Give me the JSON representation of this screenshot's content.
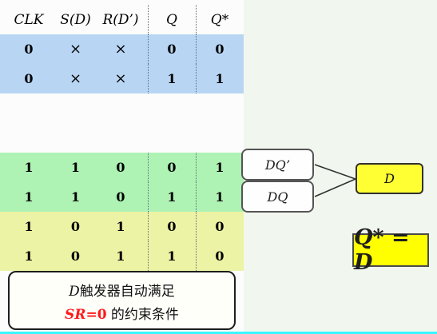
{
  "header": {
    "clk": "CLK",
    "sd": "S(D)",
    "rd": "R(D’)",
    "q": "Q",
    "qstar": "Q*"
  },
  "rows": [
    [
      "0",
      "×",
      "×",
      "0",
      "0"
    ],
    [
      "0",
      "×",
      "×",
      "1",
      "1"
    ],
    [
      "1",
      "1",
      "0",
      "0",
      "1"
    ],
    [
      "1",
      "1",
      "0",
      "1",
      "1"
    ],
    [
      "1",
      "0",
      "1",
      "0",
      "0"
    ],
    [
      "1",
      "0",
      "1",
      "1",
      "0"
    ]
  ],
  "note": {
    "line1_var": "D",
    "line1_text": "触发器自动满足",
    "line2_sr": "SR",
    "line2_eq": "=0",
    "line2_text": " 的约束条件"
  },
  "terms": {
    "t1": "DQ’",
    "t2": "DQ",
    "d": "D"
  },
  "formula": "Q* = D",
  "colors": {
    "blue": "#b8d6f4",
    "green": "#aef2b4",
    "yellow": "#edf3a4",
    "d_box": "#ffff33",
    "formula_box": "#ffff00",
    "red": "#ff1a1a"
  }
}
